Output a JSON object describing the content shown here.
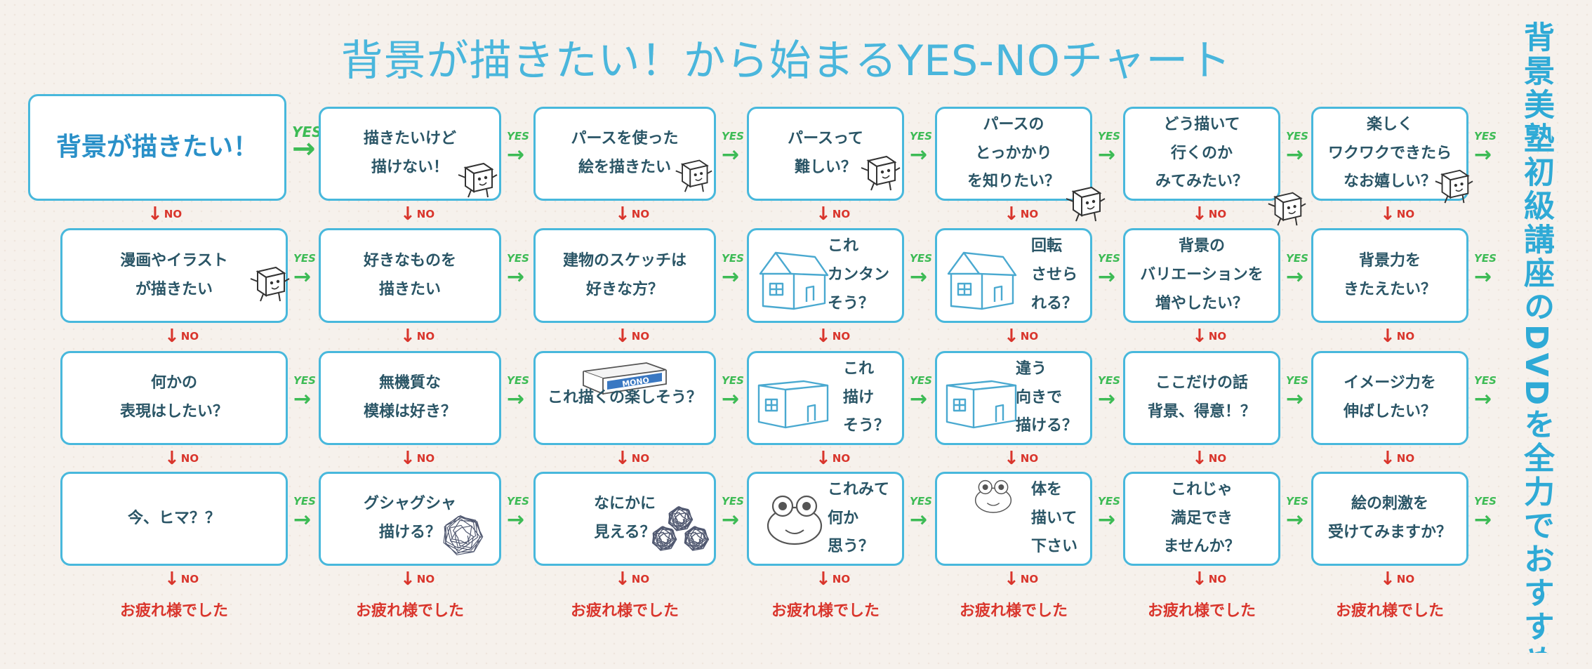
{
  "title": "背景が描きたい！から始まるYES-NOチャート",
  "side_text": "背景美塾初級講座のDVDを全力でおすすめ！",
  "labels": {
    "yes": "YES",
    "no": "NO",
    "yes_arrow": "→",
    "no_arrow": "↓"
  },
  "end_text": "お疲れ様でした",
  "nodes": {
    "r1": [
      "背景が描きたい！",
      "描きたいけど\n描けない！",
      "パースを使った\n絵を描きたい",
      "パースって\n難しい？",
      "パースの\nとっかかり\nを知りたい？",
      "どう描いて\n行くのか\nみてみたい？",
      "楽しく\nワクワクできたら\nなお嬉しい？"
    ],
    "r2": [
      "漫画やイラスト\nが描きたい",
      "好きなものを\n描きたい",
      "建物のスケッチは\n好きな方？",
      "これ\nカンタン\nそう？",
      "回転\nさせら\nれる？",
      "背景の\nバリエーションを\n増やしたい？",
      "背景力を\nきたえたい？"
    ],
    "r3": [
      "何かの\n表現はしたい？",
      "無機質な\n模様は好き？",
      "これ描くの楽しそう？",
      "これ\n描け\nそう？",
      "違う\n向きで\n描ける？",
      "ここだけの話\n背景、得意！？",
      "イメージ力を\n伸ばしたい？"
    ],
    "r4": [
      "今、ヒマ？？",
      "グシャグシャ\n描ける？",
      "なにかに\n見える？",
      "これみて\n何か\n思う？",
      "体を\n描いて\n下さい",
      "これじゃ\n満足でき\nませんか？",
      "絵の刺激を\n受けてみますか？"
    ]
  },
  "eraser_text": "MONO"
}
